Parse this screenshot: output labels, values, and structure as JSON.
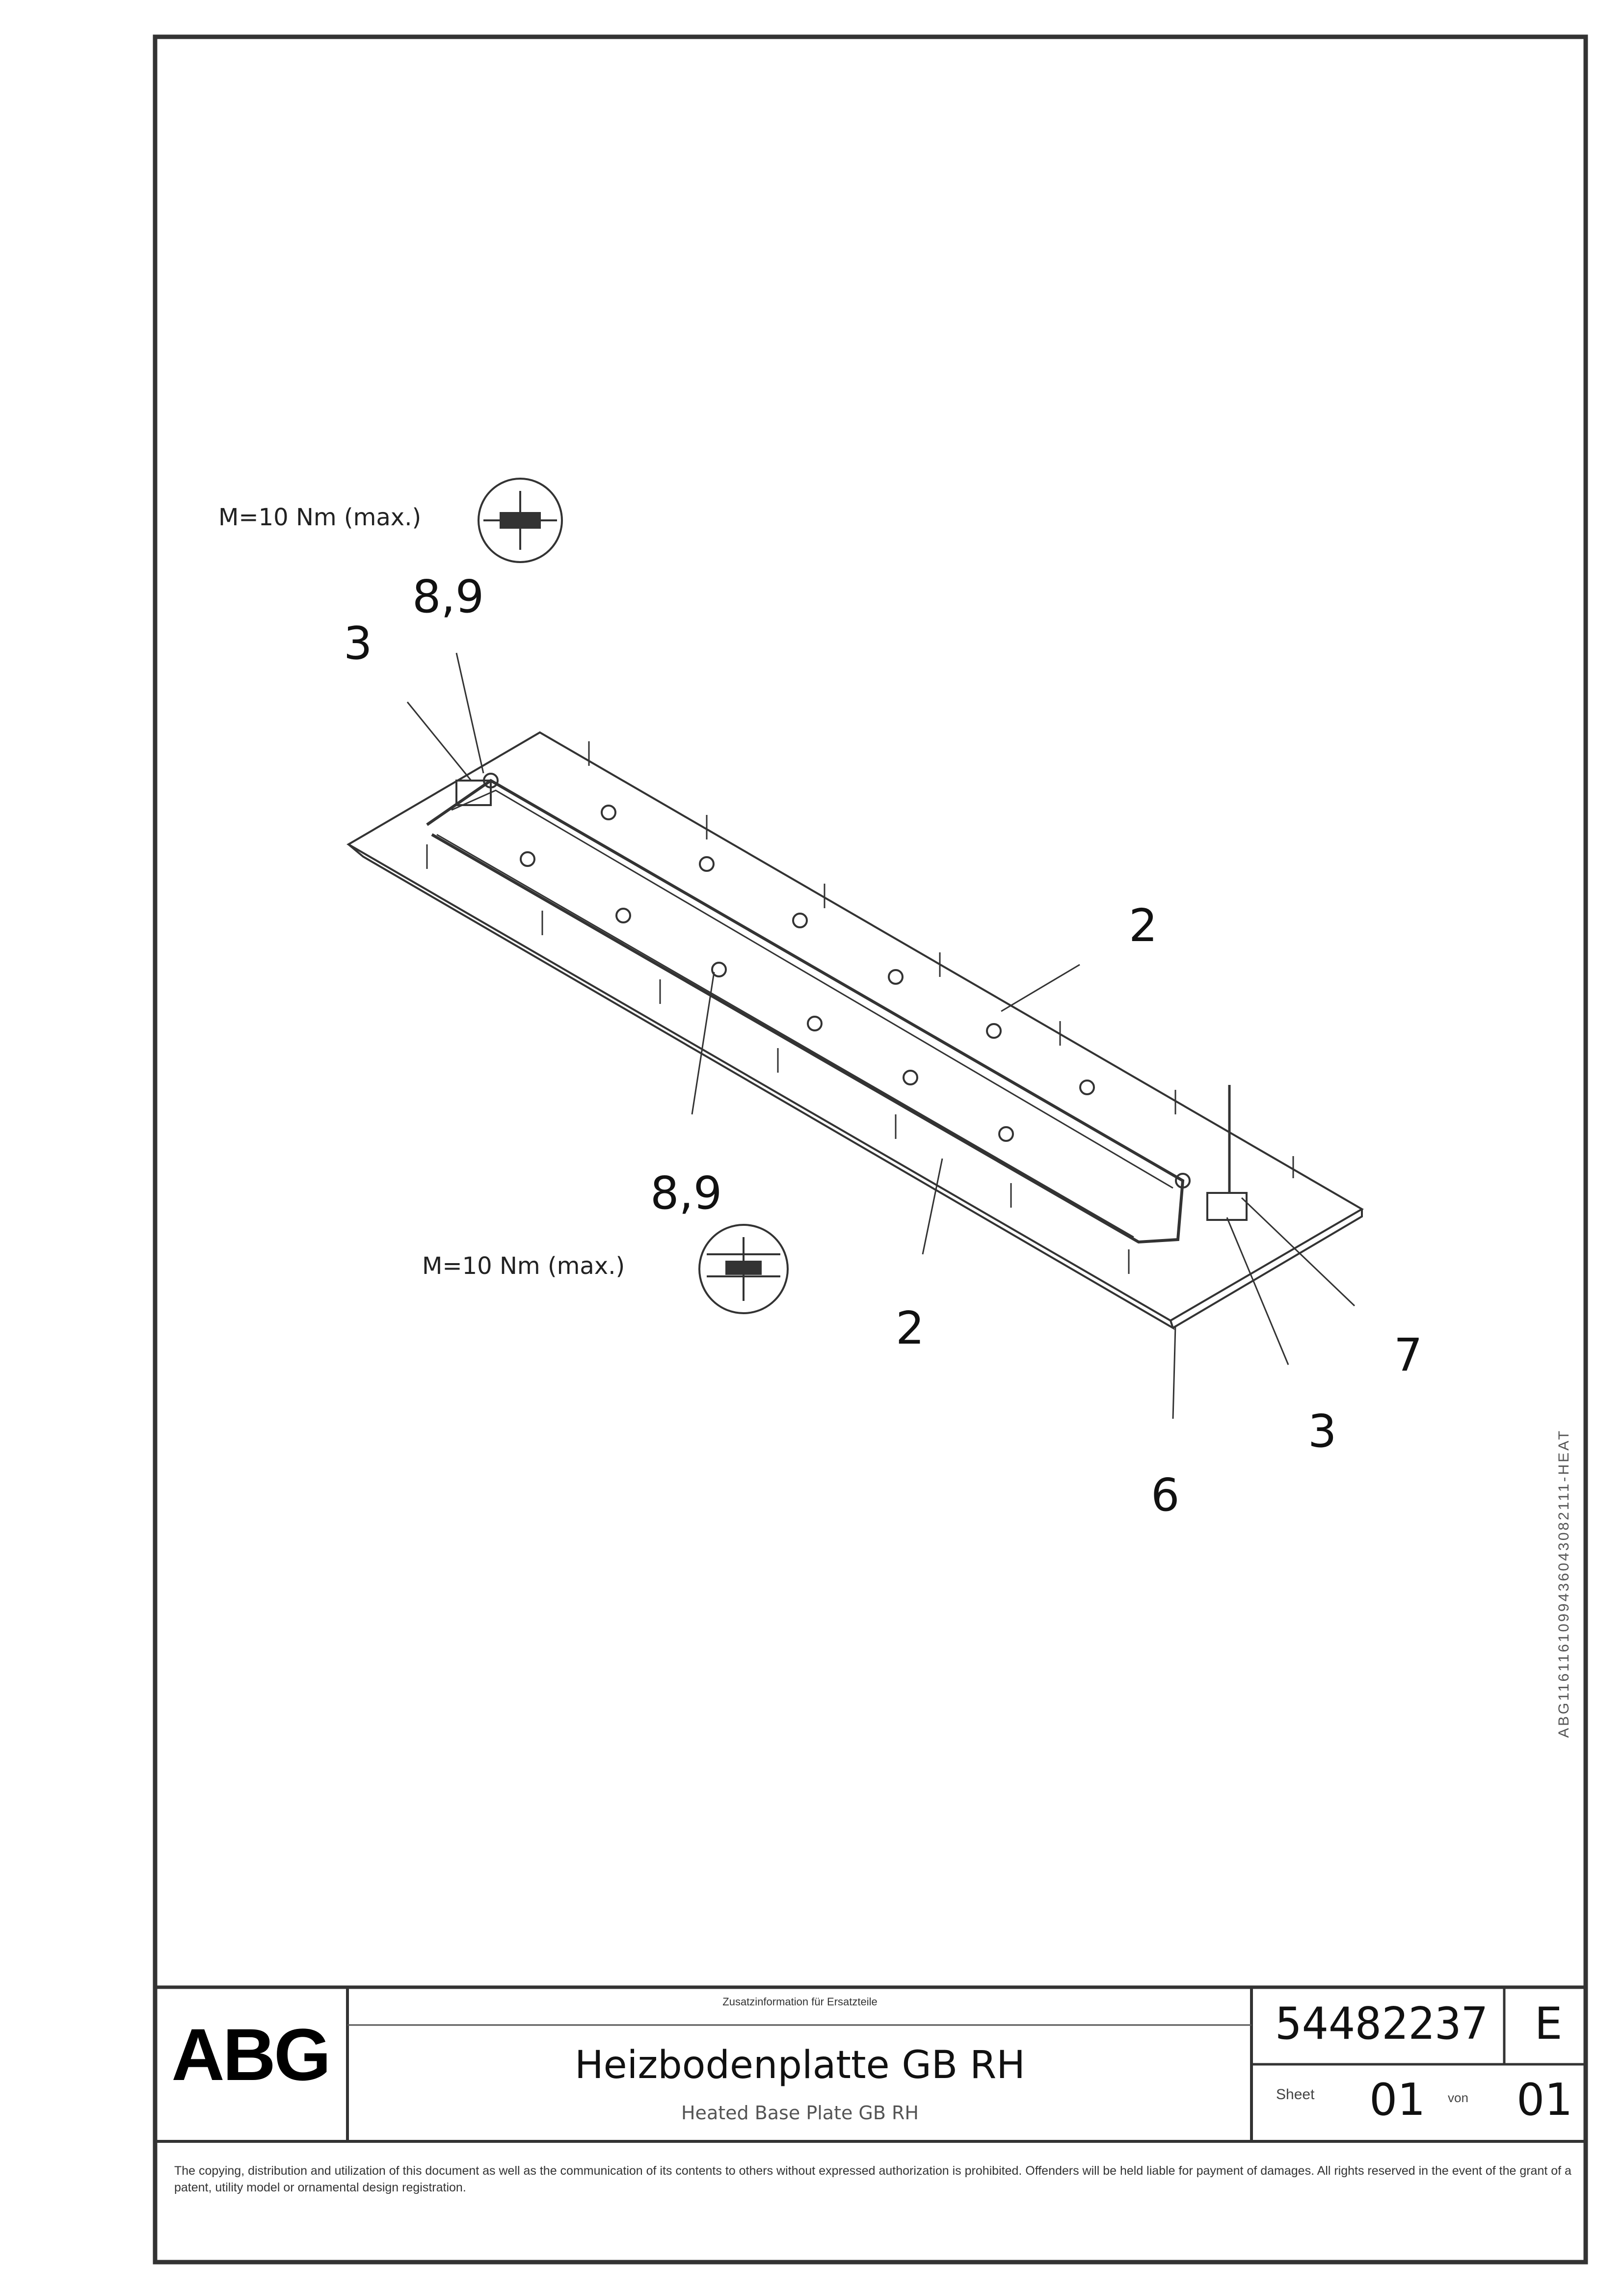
{
  "drawing": {
    "callouts": {
      "top_8_9": "8,9",
      "top_3": "3",
      "top_2": "2",
      "bottom_8_9": "8,9",
      "bottom_2": "2",
      "label_7": "7",
      "label_3": "3",
      "label_6": "6"
    },
    "torque_top": "M=10 Nm (max.)",
    "torque_bottom": "M=10 Nm (max.)"
  },
  "title_block": {
    "logo": "ABG",
    "supplement": "Zusatzinformation für Ersatzteile",
    "title_de": "Heizbodenplatte GB RH",
    "title_en": "Heated Base Plate GB RH",
    "part_number": "54482237",
    "revision": "E",
    "sheet_label": "Sheet",
    "sheet": "01",
    "of_label": "von",
    "of": "01"
  },
  "copyright": "The copying, distribution and utilization of this document as well as the communication of its contents to others without expressed authorization is prohibited. Offenders will be held liable for payment of damages. All rights reserved in the event of the grant of a patent, utility model or ornamental design registration.",
  "side_reference": "ABG1161161099436043082111-HEAT",
  "colors": {
    "line": "#2a2a2a",
    "background": "#ffffff"
  }
}
